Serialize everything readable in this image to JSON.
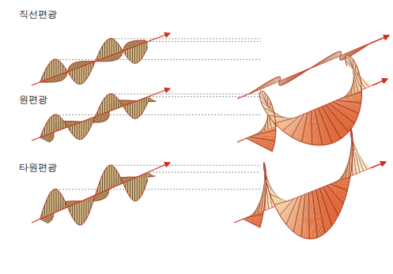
{
  "diagram": {
    "labels": [
      "직선편광",
      "원편광",
      "타원편광"
    ]
  }
}
